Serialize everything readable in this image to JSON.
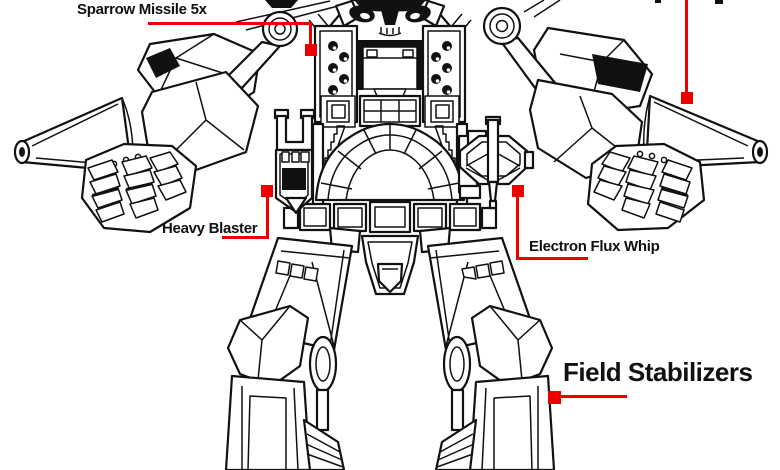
{
  "colors": {
    "annotation_red": "#ee0000",
    "line_ink": "#111111",
    "background": "#ffffff"
  },
  "callouts": {
    "sparrow_missile": {
      "label": "Sparrow Missile 5x"
    },
    "heavy_blaster": {
      "label": "Heavy Blaster"
    },
    "electron_flux_whip": {
      "label": "Electron Flux Whip"
    },
    "field_stabilizers": {
      "label": "Field Stabilizers"
    }
  },
  "illustration": {
    "subject": "mech-robot-technical-line-art"
  }
}
